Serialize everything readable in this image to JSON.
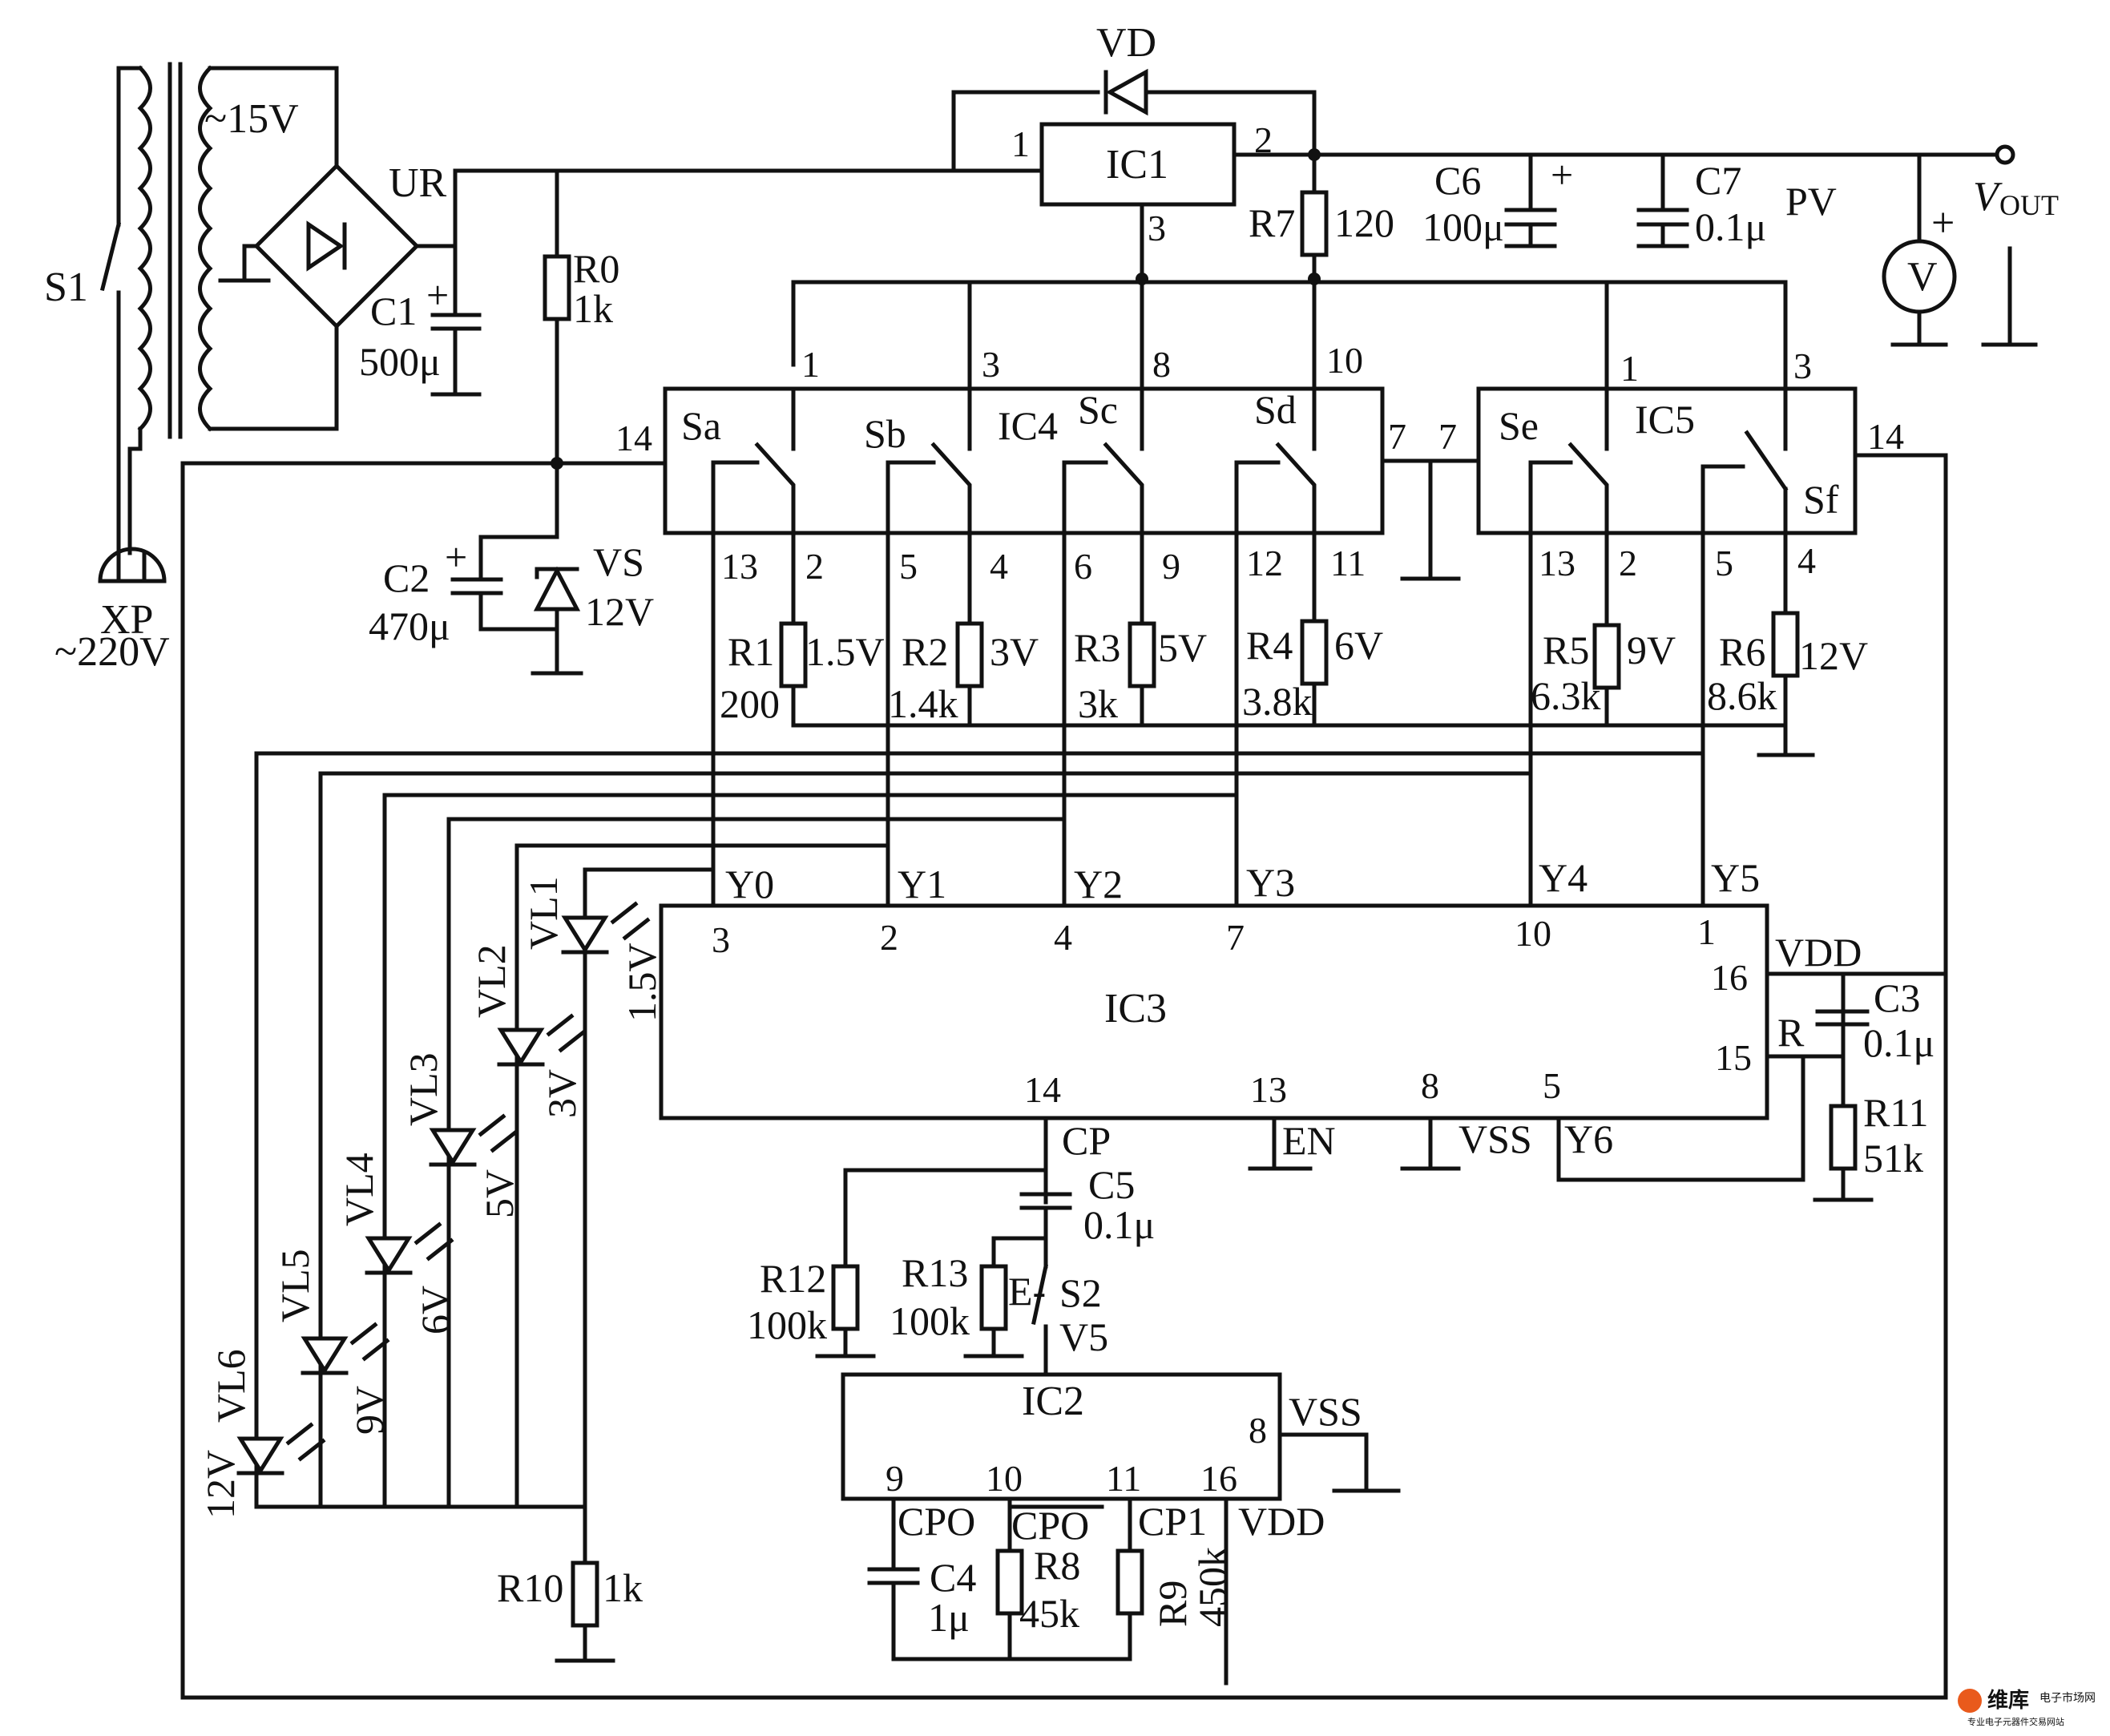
{
  "transformer": {
    "secondary": "~15V",
    "switch": "S1",
    "plug": "XP",
    "mains": "~220V"
  },
  "bridge": {
    "label": "UR"
  },
  "c1": {
    "name": "C1",
    "value": "500μ"
  },
  "r0": {
    "name": "R0",
    "value": "1k"
  },
  "c2": {
    "name": "C2",
    "value": "470μ"
  },
  "vs": {
    "name": "VS",
    "value": "12V"
  },
  "vd": {
    "name": "VD"
  },
  "ic1": {
    "name": "IC1",
    "pin1": "1",
    "pin2": "2",
    "pin3": "3"
  },
  "r7": {
    "name": "R7",
    "value": "120"
  },
  "c6": {
    "name": "C6",
    "value": "100μ"
  },
  "c7": {
    "name": "C7",
    "value": "0.1μ"
  },
  "meter": {
    "name": "PV",
    "symbol": "V",
    "plus": "+",
    "vout_v": "V",
    "vout_sub": "OUT"
  },
  "ic4": {
    "name": "IC4",
    "switches": [
      "Sa",
      "Sb",
      "Sc",
      "Sd"
    ],
    "top_pins": [
      "1",
      "3",
      "8",
      "10"
    ],
    "bottom_pins": [
      "13",
      "2",
      "5",
      "4",
      "6",
      "9",
      "12",
      "11"
    ],
    "left_pin": "14",
    "right_pin": "7"
  },
  "ic5": {
    "name": "IC5",
    "switches": [
      "Se",
      "Sf"
    ],
    "top_pins": [
      "1",
      "3"
    ],
    "bottom_pins": [
      "13",
      "2",
      "5",
      "4"
    ],
    "left_pin": "7",
    "right_pin": "14"
  },
  "resistors": [
    {
      "name": "R1",
      "volt": "1.5V",
      "value": "200"
    },
    {
      "name": "R2",
      "volt": "3V",
      "value": "1.4k"
    },
    {
      "name": "R3",
      "volt": "5V",
      "value": "3k"
    },
    {
      "name": "R4",
      "volt": "6V",
      "value": "3.8k"
    },
    {
      "name": "R5",
      "volt": "9V",
      "value": "6.3k"
    },
    {
      "name": "R6",
      "volt": "12V",
      "value": "8.6k"
    }
  ],
  "ic3": {
    "name": "IC3",
    "outputs": [
      "Y0",
      "Y1",
      "Y2",
      "Y3",
      "Y4",
      "Y5"
    ],
    "output_pins": [
      "3",
      "2",
      "4",
      "7",
      "10",
      "1"
    ],
    "pin16": "16",
    "vdd": "VDD",
    "pin15": "15",
    "r_label": "R",
    "bottom_pins": [
      "14",
      "13",
      "8",
      "5"
    ],
    "bottom_labels": [
      "CP",
      "EN",
      "VSS",
      "Y6"
    ]
  },
  "c3": {
    "name": "C3",
    "value": "0.1μ"
  },
  "r11": {
    "name": "R11",
    "value": "51k"
  },
  "leds": [
    {
      "name": "VL1",
      "volt": "1.5V"
    },
    {
      "name": "VL2",
      "volt": "3V"
    },
    {
      "name": "VL3",
      "volt": "5V"
    },
    {
      "name": "VL4",
      "volt": "6V"
    },
    {
      "name": "VL5",
      "volt": "9V"
    },
    {
      "name": "VL6",
      "volt": "12V"
    }
  ],
  "r10": {
    "name": "R10",
    "value": "1k"
  },
  "c5": {
    "name": "C5",
    "value": "0.1μ"
  },
  "r12": {
    "name": "R12",
    "value": "100k"
  },
  "r13": {
    "name": "R13",
    "value": "100k"
  },
  "s2": {
    "name": "S2",
    "marker": "E-"
  },
  "ic2": {
    "name": "IC2",
    "out_label": "V5",
    "pin8": "8",
    "vss": "VSS",
    "pins": [
      "9",
      "10",
      "11",
      "16"
    ],
    "pin_labels": [
      "CPO",
      "CPO",
      "CP1",
      "VDD"
    ]
  },
  "c4": {
    "name": "C4",
    "value": "1μ"
  },
  "r8": {
    "name": "R8",
    "value": "45k"
  },
  "r9": {
    "name": "R9",
    "value": "450k"
  },
  "watermark": {
    "brand": "维库",
    "sub": "电子市场网",
    "line2": "专业电子元器件交易网站"
  }
}
